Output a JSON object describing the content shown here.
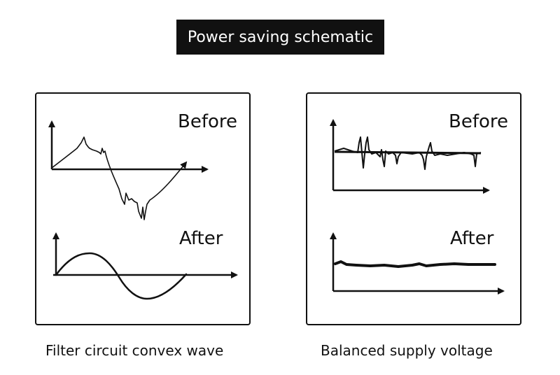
{
  "title": "Power saving schematic",
  "panels": [
    {
      "before_label": "Before",
      "after_label": "After",
      "caption": "Filter circuit convex wave"
    },
    {
      "before_label": "Before",
      "after_label": "After",
      "caption": "Balanced supply voltage"
    }
  ],
  "colors": {
    "ink": "#111111",
    "background": "#ffffff",
    "banner_text": "#ffffff"
  }
}
